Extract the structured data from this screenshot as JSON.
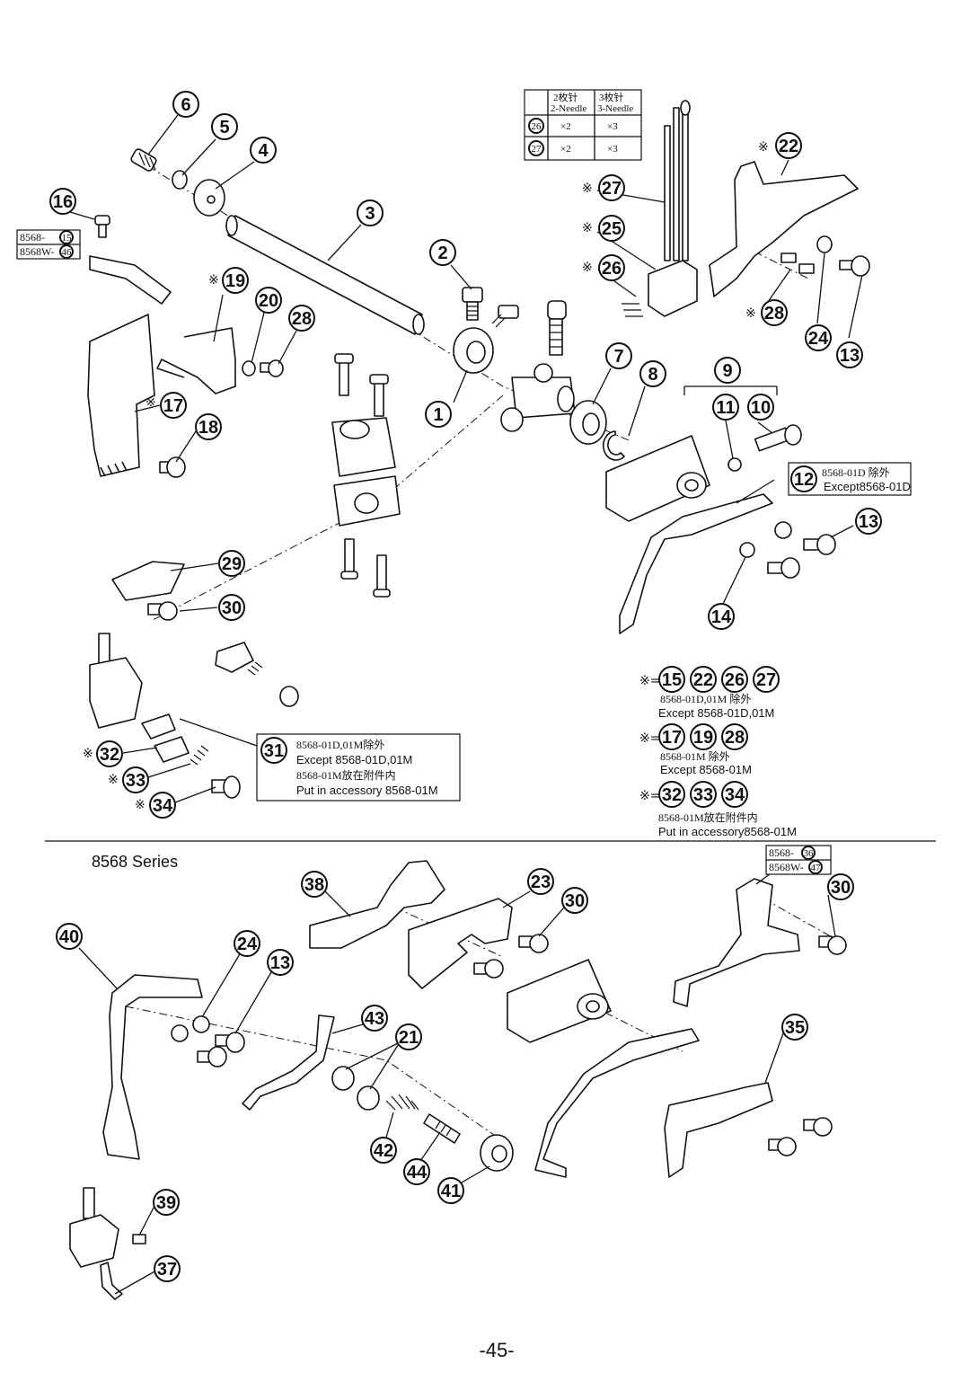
{
  "needle_table": {
    "header_2": "2枚针",
    "header_2_en": "2-Needle",
    "header_3": "3枚针",
    "header_3_en": "3-Needle",
    "rows": [
      {
        "part": "26",
        "two": "×2",
        "three": "×3"
      },
      {
        "part": "27",
        "two": "×2",
        "three": "×3"
      }
    ]
  },
  "callouts": [
    {
      "id": "c1",
      "label": "1"
    },
    {
      "id": "c2",
      "label": "2"
    },
    {
      "id": "c3",
      "label": "3"
    },
    {
      "id": "c4",
      "label": "4"
    },
    {
      "id": "c5",
      "label": "5"
    },
    {
      "id": "c6",
      "label": "6"
    },
    {
      "id": "c7",
      "label": "7"
    },
    {
      "id": "c8",
      "label": "8"
    },
    {
      "id": "c9",
      "label": "9"
    },
    {
      "id": "c10",
      "label": "10"
    },
    {
      "id": "c11",
      "label": "11"
    },
    {
      "id": "c12",
      "label": "12"
    },
    {
      "id": "c13a",
      "label": "13"
    },
    {
      "id": "c13b",
      "label": "13"
    },
    {
      "id": "c14",
      "label": "14"
    },
    {
      "id": "c16",
      "label": "16"
    },
    {
      "id": "c17",
      "label": "17"
    },
    {
      "id": "c18",
      "label": "18"
    },
    {
      "id": "c19",
      "label": "19"
    },
    {
      "id": "c20",
      "label": "20"
    },
    {
      "id": "c22",
      "label": "22"
    },
    {
      "id": "c24",
      "label": "24"
    },
    {
      "id": "c25",
      "label": "25"
    },
    {
      "id": "c26",
      "label": "26"
    },
    {
      "id": "c27",
      "label": "27"
    },
    {
      "id": "c28a",
      "label": "28"
    },
    {
      "id": "c28b",
      "label": "28"
    },
    {
      "id": "c29",
      "label": "29"
    },
    {
      "id": "c30",
      "label": "30"
    },
    {
      "id": "c31",
      "label": "31"
    },
    {
      "id": "c32",
      "label": "32"
    },
    {
      "id": "c33",
      "label": "33"
    },
    {
      "id": "c34",
      "label": "34"
    },
    {
      "id": "l15",
      "label": "15"
    },
    {
      "id": "l22",
      "label": "22"
    },
    {
      "id": "l26",
      "label": "26"
    },
    {
      "id": "l27",
      "label": "27"
    },
    {
      "id": "l17",
      "label": "17"
    },
    {
      "id": "l19",
      "label": "19"
    },
    {
      "id": "l28",
      "label": "28"
    },
    {
      "id": "l32",
      "label": "32"
    },
    {
      "id": "l33",
      "label": "33"
    },
    {
      "id": "l34",
      "label": "34"
    },
    {
      "id": "d38",
      "label": "38"
    },
    {
      "id": "d23",
      "label": "23"
    },
    {
      "id": "d30a",
      "label": "30"
    },
    {
      "id": "d30b",
      "label": "30"
    },
    {
      "id": "d40",
      "label": "40"
    },
    {
      "id": "d24",
      "label": "24"
    },
    {
      "id": "d13",
      "label": "13"
    },
    {
      "id": "d43",
      "label": "43"
    },
    {
      "id": "d21",
      "label": "21"
    },
    {
      "id": "d42",
      "label": "42"
    },
    {
      "id": "d44",
      "label": "44"
    },
    {
      "id": "d41",
      "label": "41"
    },
    {
      "id": "d35",
      "label": "35"
    },
    {
      "id": "d39",
      "label": "39"
    },
    {
      "id": "d37",
      "label": "37"
    }
  ],
  "notes": {
    "box_15_46": {
      "line1": "8568-",
      "line1_part": "15",
      "line2": "8568W-",
      "line2_part": "46"
    },
    "box_12": {
      "line1": "8568-01D 除外",
      "line2": "Except8568-01D"
    },
    "box_31": {
      "line1": "8568-01D,01M除外",
      "line2": "Except 8568-01D,01M",
      "line3": "8568-01M放在附件内",
      "line4": "Put in accessory 8568-01M"
    },
    "box_36_47": {
      "line1": "8568-",
      "line1_part": "36",
      "line2": "8568W-",
      "line2_part": "47"
    },
    "legend_a": {
      "prefix": "※=",
      "line1": "8568-01D,01M 除外",
      "line2": "Except 8568-01D,01M"
    },
    "legend_b": {
      "prefix": "※=",
      "line1": "8568-01M 除外",
      "line2": "Except 8568-01M"
    },
    "legend_c": {
      "prefix": "※=",
      "line1": "8568-01M放在附件内",
      "line2": "Put in accessory8568-01M"
    },
    "mark": "※"
  },
  "series_label": "8568 Series",
  "page_number": "-45-"
}
